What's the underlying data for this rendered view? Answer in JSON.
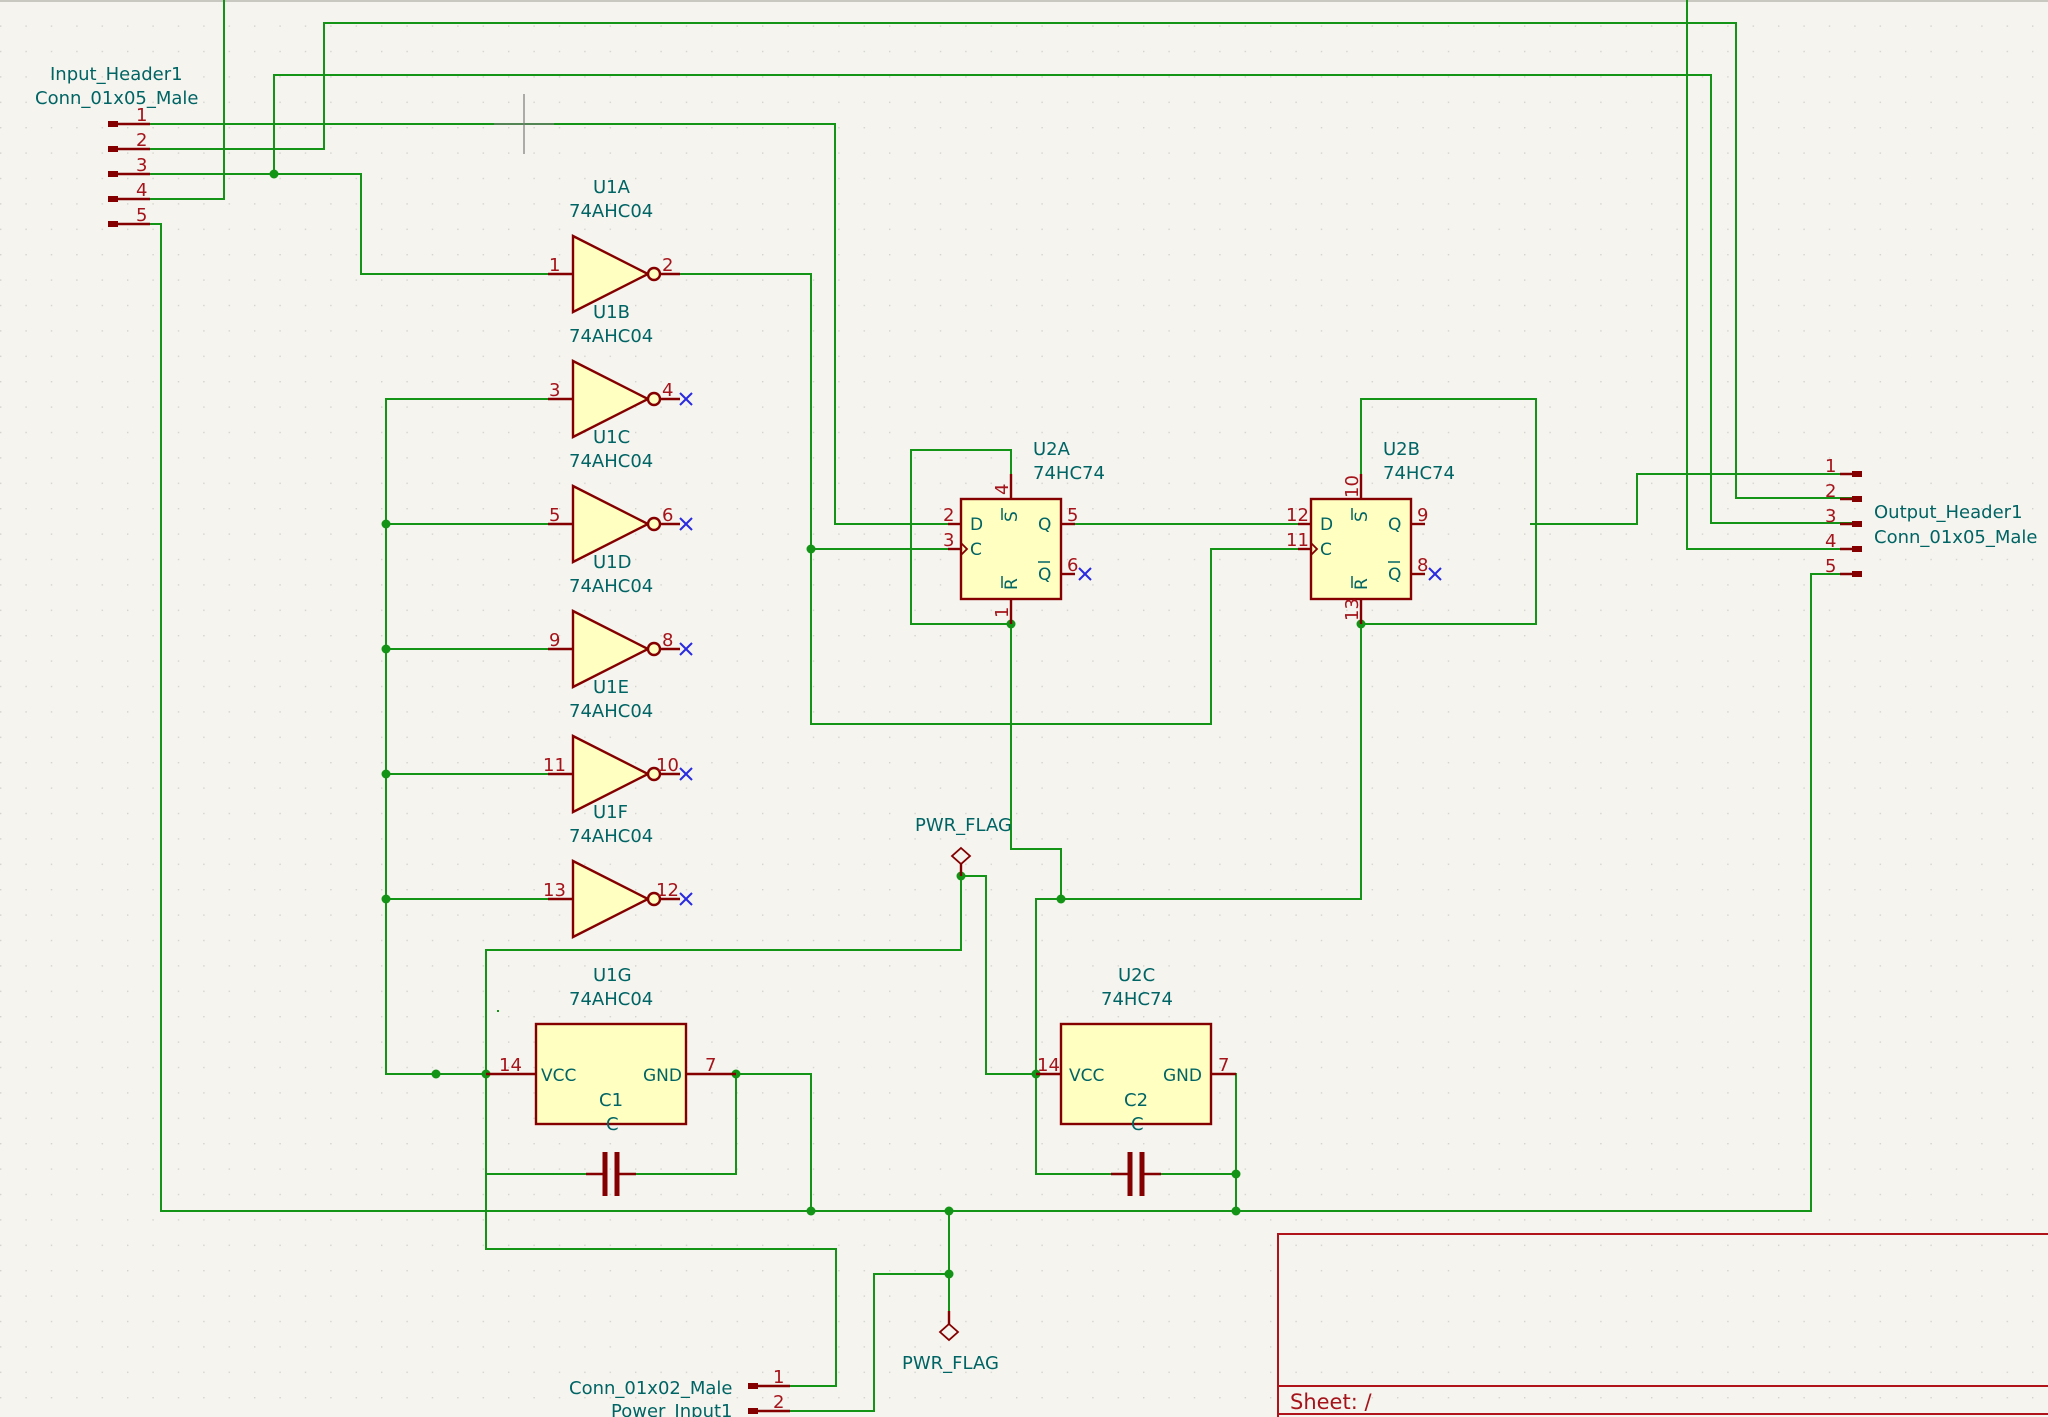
{
  "input_header": {
    "ref": "Input_Header1",
    "value": "Conn_01x05_Male",
    "pins": [
      "1",
      "2",
      "3",
      "4",
      "5"
    ]
  },
  "output_header": {
    "ref": "Output_Header1",
    "value": "Conn_01x05_Male",
    "pins": [
      "1",
      "2",
      "3",
      "4",
      "5"
    ]
  },
  "power_connector": {
    "value": "Conn_01x02_Male",
    "ref": "Power_Input1",
    "pins": [
      "1",
      "2"
    ]
  },
  "inverters": [
    {
      "ref": "U1A",
      "value": "74AHC04",
      "in": "1",
      "out": "2"
    },
    {
      "ref": "U1B",
      "value": "74AHC04",
      "in": "3",
      "out": "4"
    },
    {
      "ref": "U1C",
      "value": "74AHC04",
      "in": "5",
      "out": "6"
    },
    {
      "ref": "U1D",
      "value": "74AHC04",
      "in": "9",
      "out": "8"
    },
    {
      "ref": "U1E",
      "value": "74AHC04",
      "in": "11",
      "out": "10"
    },
    {
      "ref": "U1F",
      "value": "74AHC04",
      "in": "13",
      "out": "12"
    }
  ],
  "flipflops": [
    {
      "ref": "U2A",
      "value": "74HC74",
      "d": "2",
      "c": "3",
      "s": "4",
      "r": "1",
      "q": "5",
      "qn": "6",
      "labels": {
        "d": "D",
        "c": "C",
        "s": "S",
        "r": "R",
        "q": "Q",
        "qn": "Q"
      }
    },
    {
      "ref": "U2B",
      "value": "74HC74",
      "d": "12",
      "c": "11",
      "s": "10",
      "r": "13",
      "q": "9",
      "qn": "8",
      "labels": {
        "d": "D",
        "c": "C",
        "s": "S",
        "r": "R",
        "q": "Q",
        "qn": "Q"
      }
    }
  ],
  "power_units": [
    {
      "ref": "U1G",
      "value": "74AHC04",
      "vcc_pin": "14",
      "gnd_pin": "7",
      "vcc": "VCC",
      "gnd": "GND"
    },
    {
      "ref": "U2C",
      "value": "74HC74",
      "vcc_pin": "14",
      "gnd_pin": "7",
      "vcc": "VCC",
      "gnd": "GND"
    }
  ],
  "capacitors": [
    {
      "ref": "C1",
      "value": "C"
    },
    {
      "ref": "C2",
      "value": "C"
    }
  ],
  "pwr_flags": [
    "PWR_FLAG",
    "PWR_FLAG"
  ],
  "sheet": {
    "label": "Sheet: /"
  },
  "colors": {
    "wire": "#139416",
    "symbol": "#840000",
    "fill": "#ffffc2",
    "text": "#006464",
    "pin_number": "#a5141a",
    "no_connect": "#2a2ae0",
    "background": "#f5f4ef"
  }
}
